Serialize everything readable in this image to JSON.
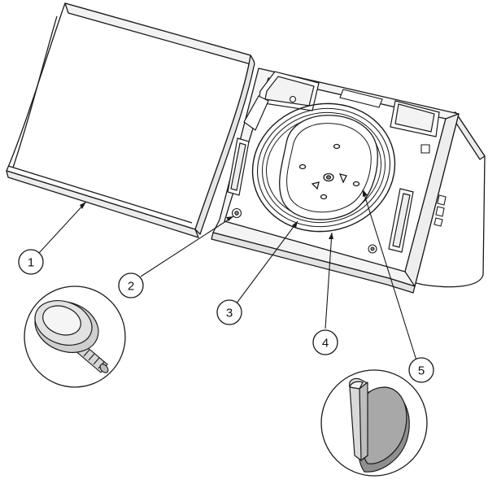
{
  "diagram": {
    "callouts": [
      {
        "number": "1",
        "target": "grille"
      },
      {
        "number": "2",
        "target": "grille-screw"
      },
      {
        "number": "3",
        "target": "woofer-mounting"
      },
      {
        "number": "4",
        "target": "gasket-ring"
      },
      {
        "number": "5",
        "target": "locking-latch"
      }
    ],
    "colors": {
      "line": "#1a1a1a",
      "surface": "#ffffff",
      "shade_light": "#e6e6e6",
      "shade_mid": "#c8c8c8",
      "shade_dark": "#8f8f8f"
    }
  }
}
